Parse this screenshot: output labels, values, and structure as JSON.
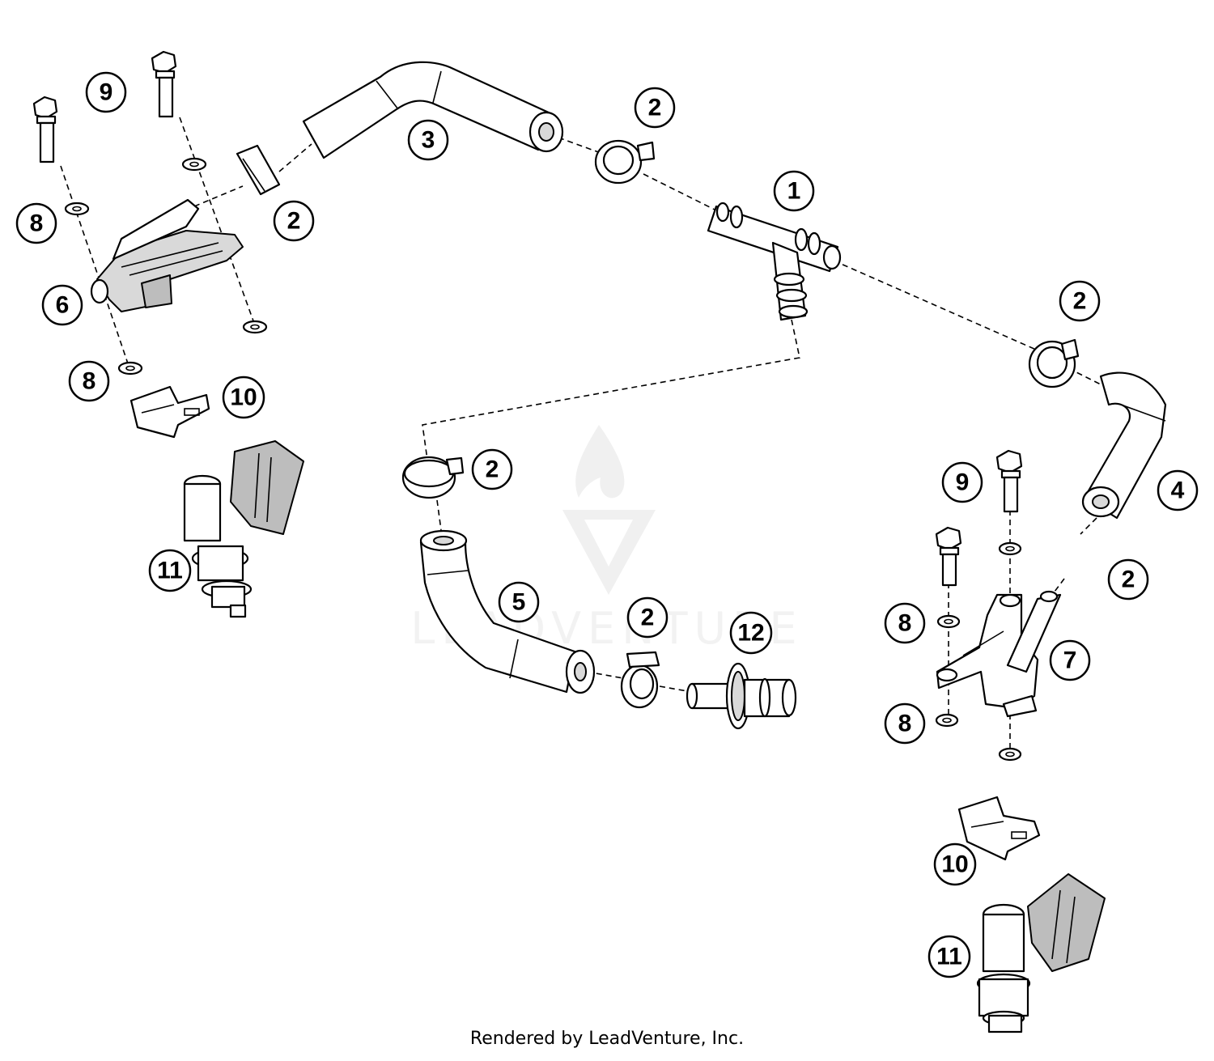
{
  "diagram": {
    "callouts": [
      {
        "id": "c1",
        "label": "1"
      },
      {
        "id": "c2a",
        "label": "2"
      },
      {
        "id": "c2b",
        "label": "2"
      },
      {
        "id": "c2c",
        "label": "2"
      },
      {
        "id": "c2d",
        "label": "2"
      },
      {
        "id": "c2e",
        "label": "2"
      },
      {
        "id": "c2f",
        "label": "2"
      },
      {
        "id": "c3",
        "label": "3"
      },
      {
        "id": "c4",
        "label": "4"
      },
      {
        "id": "c5",
        "label": "5"
      },
      {
        "id": "c6",
        "label": "6"
      },
      {
        "id": "c7",
        "label": "7"
      },
      {
        "id": "c8a",
        "label": "8"
      },
      {
        "id": "c8b",
        "label": "8"
      },
      {
        "id": "c8c",
        "label": "8"
      },
      {
        "id": "c8d",
        "label": "8"
      },
      {
        "id": "c9a",
        "label": "9"
      },
      {
        "id": "c9b",
        "label": "9"
      },
      {
        "id": "c10a",
        "label": "10"
      },
      {
        "id": "c10b",
        "label": "10"
      },
      {
        "id": "c11a",
        "label": "11"
      },
      {
        "id": "c11b",
        "label": "11"
      },
      {
        "id": "c12",
        "label": "12"
      }
    ],
    "watermark": "LEADVENTURE"
  },
  "footer": {
    "credit": "Rendered by LeadVenture, Inc."
  }
}
